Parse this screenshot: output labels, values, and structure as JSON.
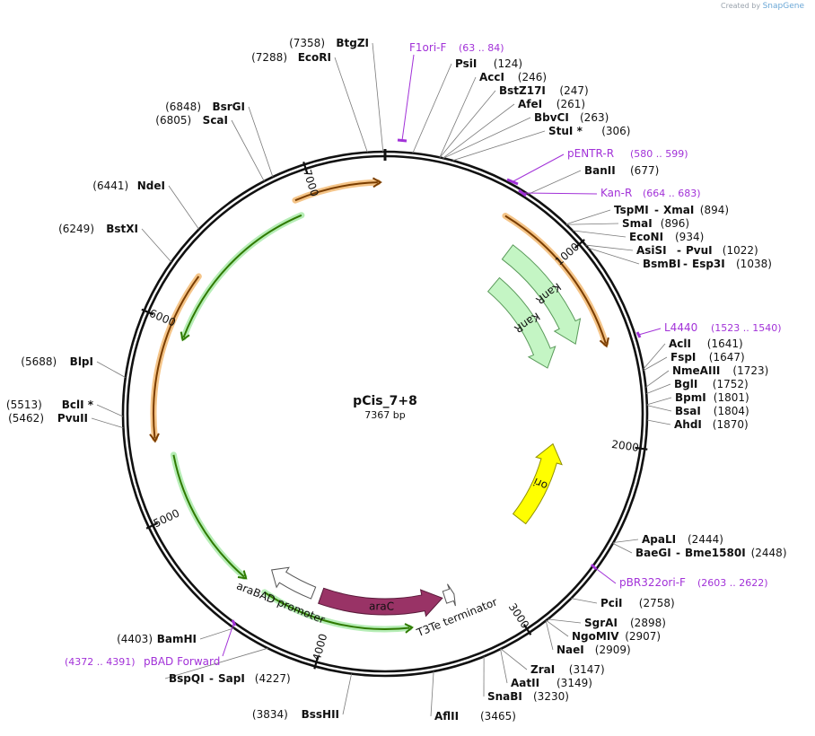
{
  "credit": {
    "prefix": "Created by",
    "brand": "SnapGene"
  },
  "plasmid": {
    "name": "pCis_7+8",
    "length_label": "7367 bp",
    "length": 7367
  },
  "ticks": [
    "1000",
    "2000",
    "3000",
    "4000",
    "5000",
    "6000",
    "7000"
  ],
  "features": [
    {
      "name": "KanR",
      "label": "KanR",
      "start": 700,
      "end": 1480,
      "color": "#c4f5c4",
      "stroke": "#5a9a5a",
      "dir": 1,
      "level": 1
    },
    {
      "name": "KanR-2",
      "label": "KanR",
      "start": 720,
      "end": 1560,
      "color": "#c4f5c4",
      "stroke": "#5a9a5a",
      "dir": 1,
      "level": 2
    },
    {
      "name": "ori",
      "label": "ori",
      "start": 2050,
      "end": 2650,
      "color": "#ffff00",
      "stroke": "#909000",
      "dir": -1,
      "level": 2
    },
    {
      "name": "araC",
      "label": "araC",
      "start": 3280,
      "end": 4250,
      "color": "#993366",
      "stroke": "#5a1a3a",
      "dir": -1,
      "level": 3
    },
    {
      "name": "T3Te",
      "label": "T3Te terminator",
      "start": 3200,
      "end": 3290,
      "color": "#ffffff",
      "stroke": "#555555",
      "dir": -1,
      "level": 3
    },
    {
      "name": "araBAD",
      "label": "araBAD promoter",
      "start": 4260,
      "end": 4560,
      "color": "#ffffff",
      "stroke": "#555555",
      "dir": 1,
      "level": 3
    }
  ],
  "sites": [
    {
      "name": "BtgZI",
      "pos": "(7358)"
    },
    {
      "name": "EcoRI",
      "pos": "(7288)"
    },
    {
      "name": "PsiI",
      "pos": "(124)"
    },
    {
      "name": "AccI",
      "pos": "(246)"
    },
    {
      "name": "BstZ17I",
      "pos": "(247)"
    },
    {
      "name": "AfeI",
      "pos": "(261)"
    },
    {
      "name": "BbvCI",
      "pos": "(263)"
    },
    {
      "name": "StuI *",
      "pos": "(306)"
    },
    {
      "name": "BanII",
      "pos": "(677)"
    },
    {
      "name": "TspMI",
      "name2": "XmaI",
      "pos": "(894)"
    },
    {
      "name": "SmaI",
      "pos": "(896)"
    },
    {
      "name": "EcoNI",
      "pos": "(934)"
    },
    {
      "name": "AsiSI",
      "name2": "PvuI",
      "pos": "(1022)"
    },
    {
      "name": "BsmBI",
      "name2": "Esp3I",
      "pos": "(1038)"
    },
    {
      "name": "AclI",
      "pos": "(1641)"
    },
    {
      "name": "FspI",
      "pos": "(1647)"
    },
    {
      "name": "NmeAIII",
      "pos": "(1723)"
    },
    {
      "name": "BglI",
      "pos": "(1752)"
    },
    {
      "name": "BpmI",
      "pos": "(1801)"
    },
    {
      "name": "BsaI",
      "pos": "(1804)"
    },
    {
      "name": "AhdI",
      "pos": "(1870)"
    },
    {
      "name": "ApaLI",
      "pos": "(2444)"
    },
    {
      "name": "BaeGI",
      "name2": "Bme1580I",
      "pos": "(2448)"
    },
    {
      "name": "PciI",
      "pos": "(2758)"
    },
    {
      "name": "SgrAI",
      "pos": "(2898)"
    },
    {
      "name": "NgoMIV",
      "pos": "(2907)"
    },
    {
      "name": "NaeI",
      "pos": "(2909)"
    },
    {
      "name": "ZraI",
      "pos": "(3147)"
    },
    {
      "name": "AatII",
      "pos": "(3149)"
    },
    {
      "name": "SnaBI",
      "pos": "(3230)"
    },
    {
      "name": "AflII",
      "pos": "(3465)"
    },
    {
      "name": "BssHII",
      "pos": "(3834)"
    },
    {
      "name": "BspQI",
      "name2": "SapI",
      "pos": "(4227)"
    },
    {
      "name": "BamHI",
      "pos": "(4403)"
    },
    {
      "name": "PvuII",
      "pos": "(5462)"
    },
    {
      "name": "BclI *",
      "pos": "(5513)"
    },
    {
      "name": "BlpI",
      "pos": "(5688)"
    },
    {
      "name": "BstXI",
      "pos": "(6249)"
    },
    {
      "name": "NdeI",
      "pos": "(6441)"
    },
    {
      "name": "ScaI",
      "pos": "(6805)"
    },
    {
      "name": "BsrGI",
      "pos": "(6848)"
    }
  ],
  "primers": [
    {
      "name": "F1ori-F",
      "pos": "(63 .. 84)"
    },
    {
      "name": "pENTR-R",
      "pos": "(580 .. 599)"
    },
    {
      "name": "Kan-R",
      "pos": "(664 .. 683)"
    },
    {
      "name": "L4440",
      "pos": "(1523 .. 1540)"
    },
    {
      "name": "pBR322ori-F",
      "pos": "(2603 .. 2622)"
    },
    {
      "name": "pBAD Forward",
      "pos": "(4372 .. 4391)"
    }
  ]
}
